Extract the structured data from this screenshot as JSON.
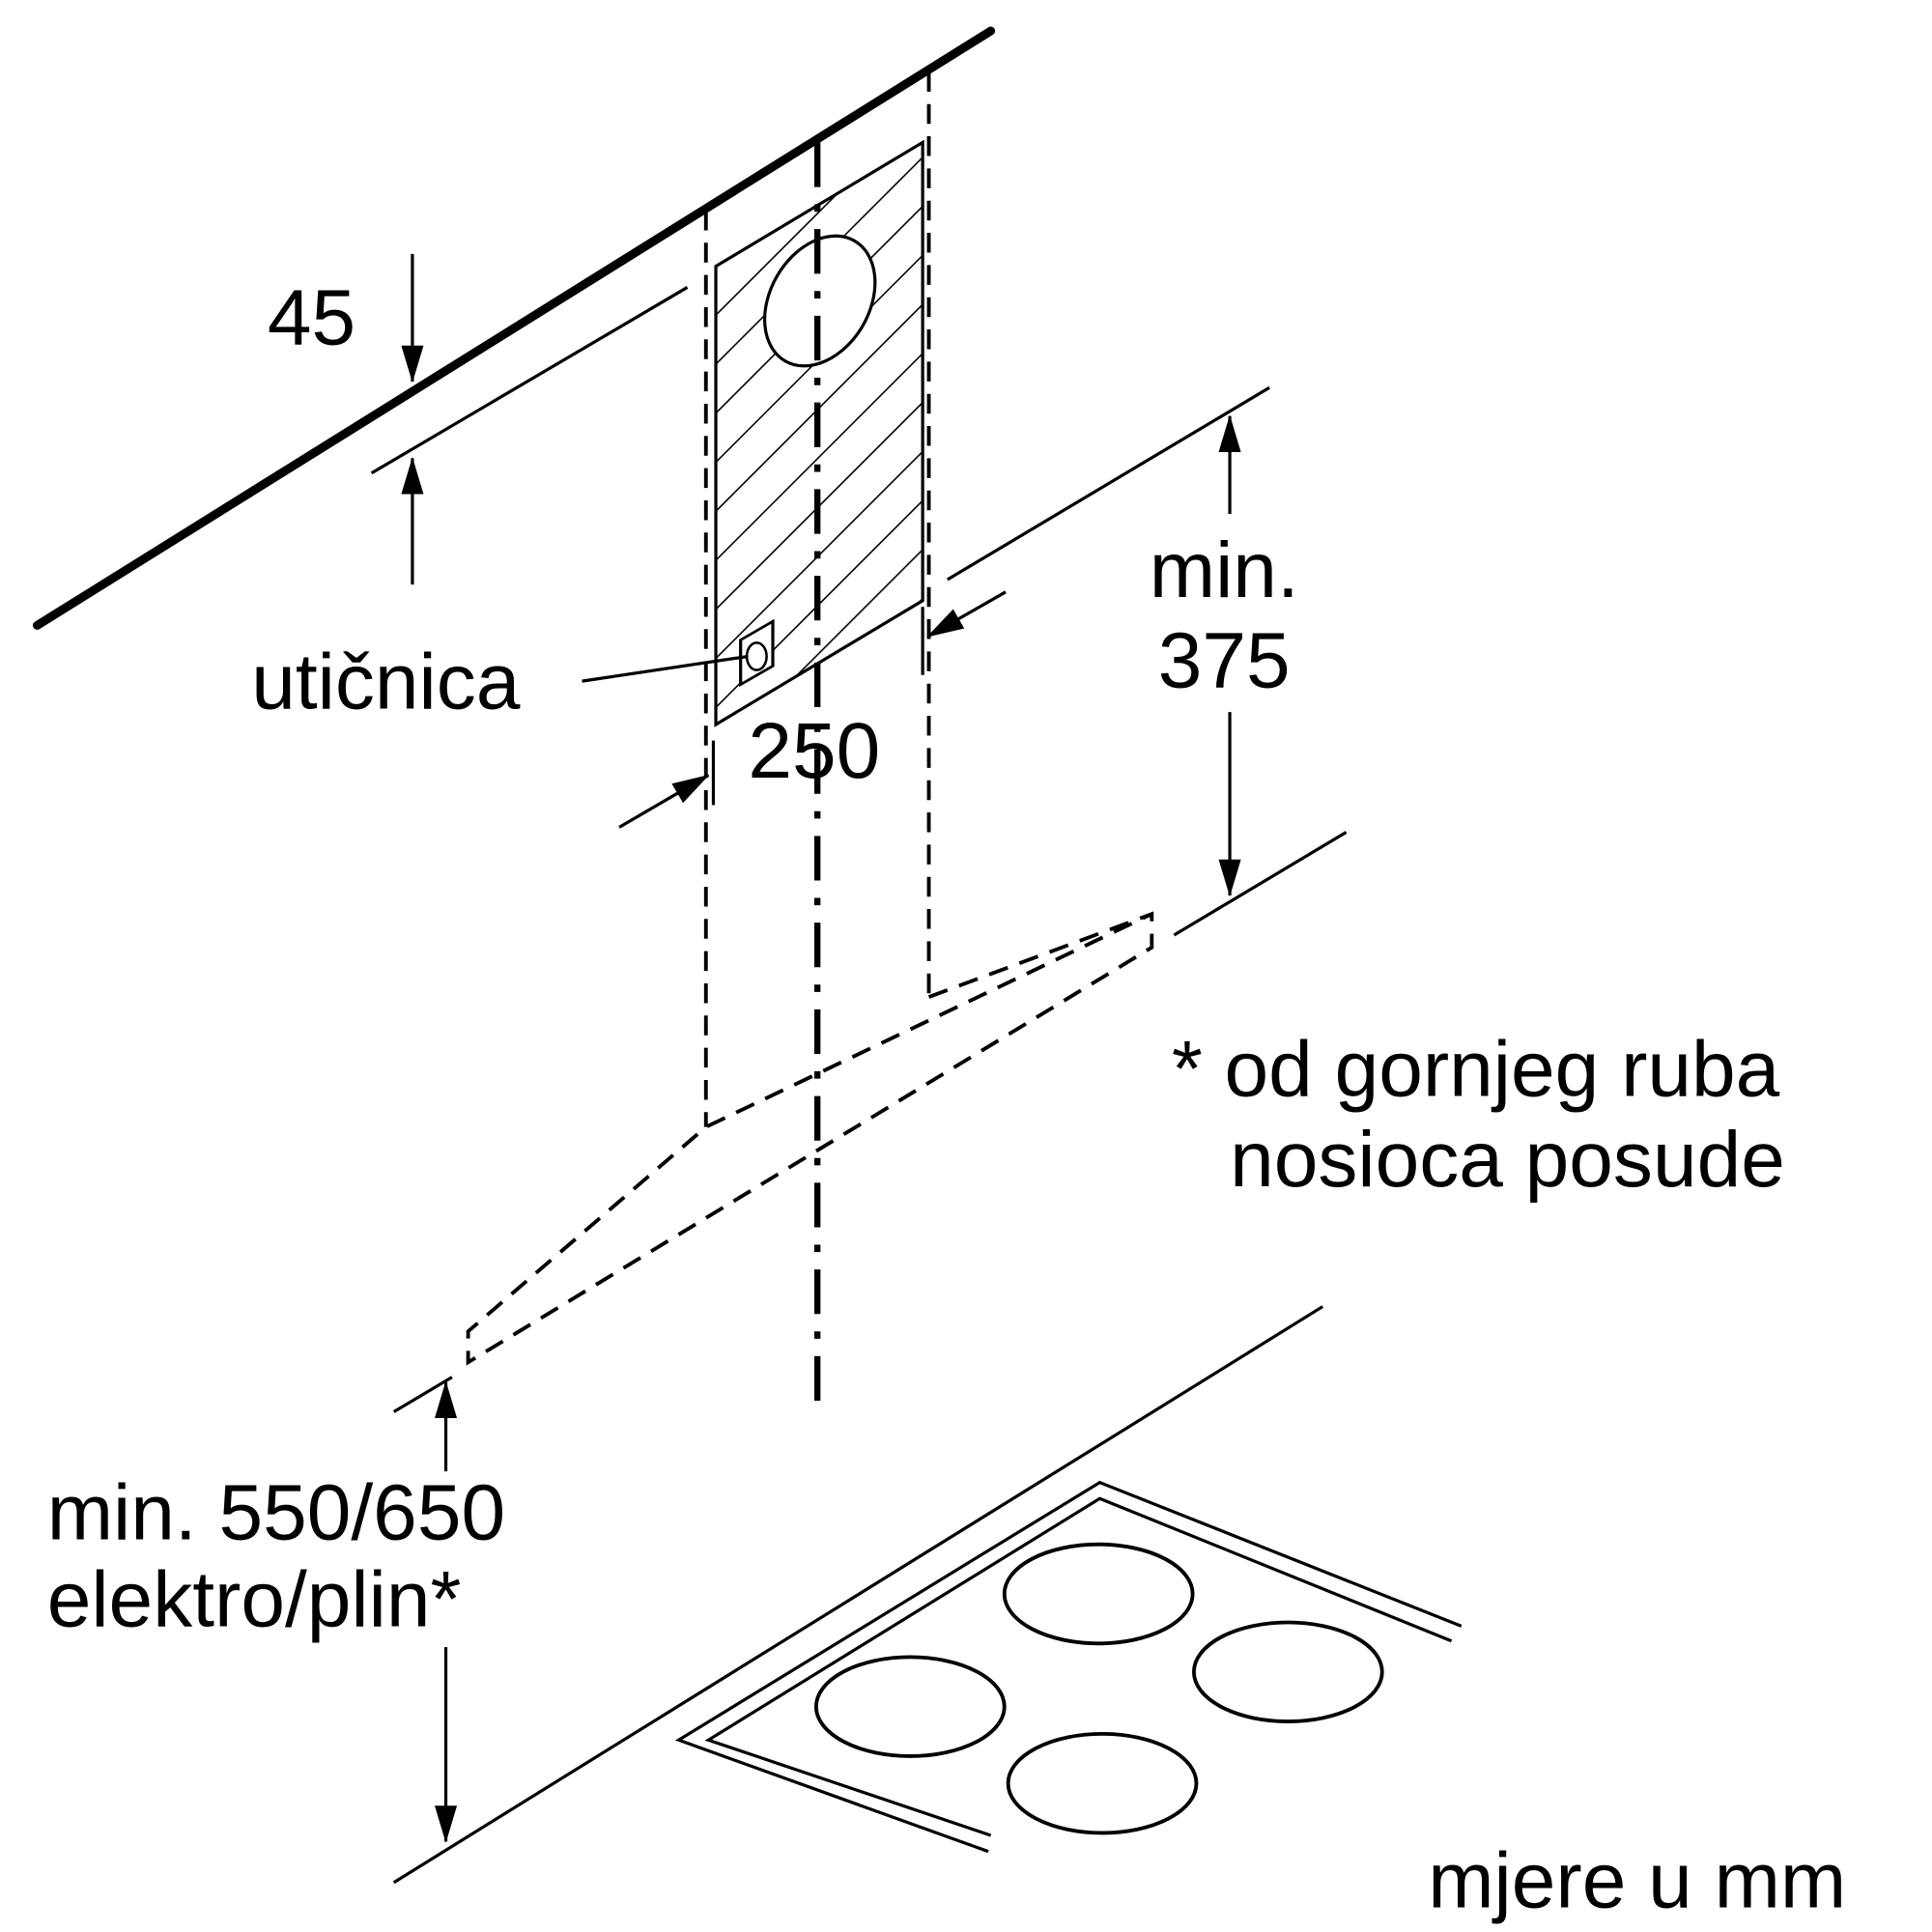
{
  "labels": {
    "ceiling_gap": "45",
    "socket": "utičnica",
    "width": "250",
    "min_top_line1": "min.",
    "min_top_line2": "375",
    "note_line1": "* od gornjeg ruba",
    "note_line2": "nosioca posude",
    "min_bottom_line1": "min. 550/650",
    "min_bottom_line2": "elektro/plin*",
    "units": "mjere u mm"
  },
  "colors": {
    "line": "#000000",
    "background": "#ffffff"
  }
}
